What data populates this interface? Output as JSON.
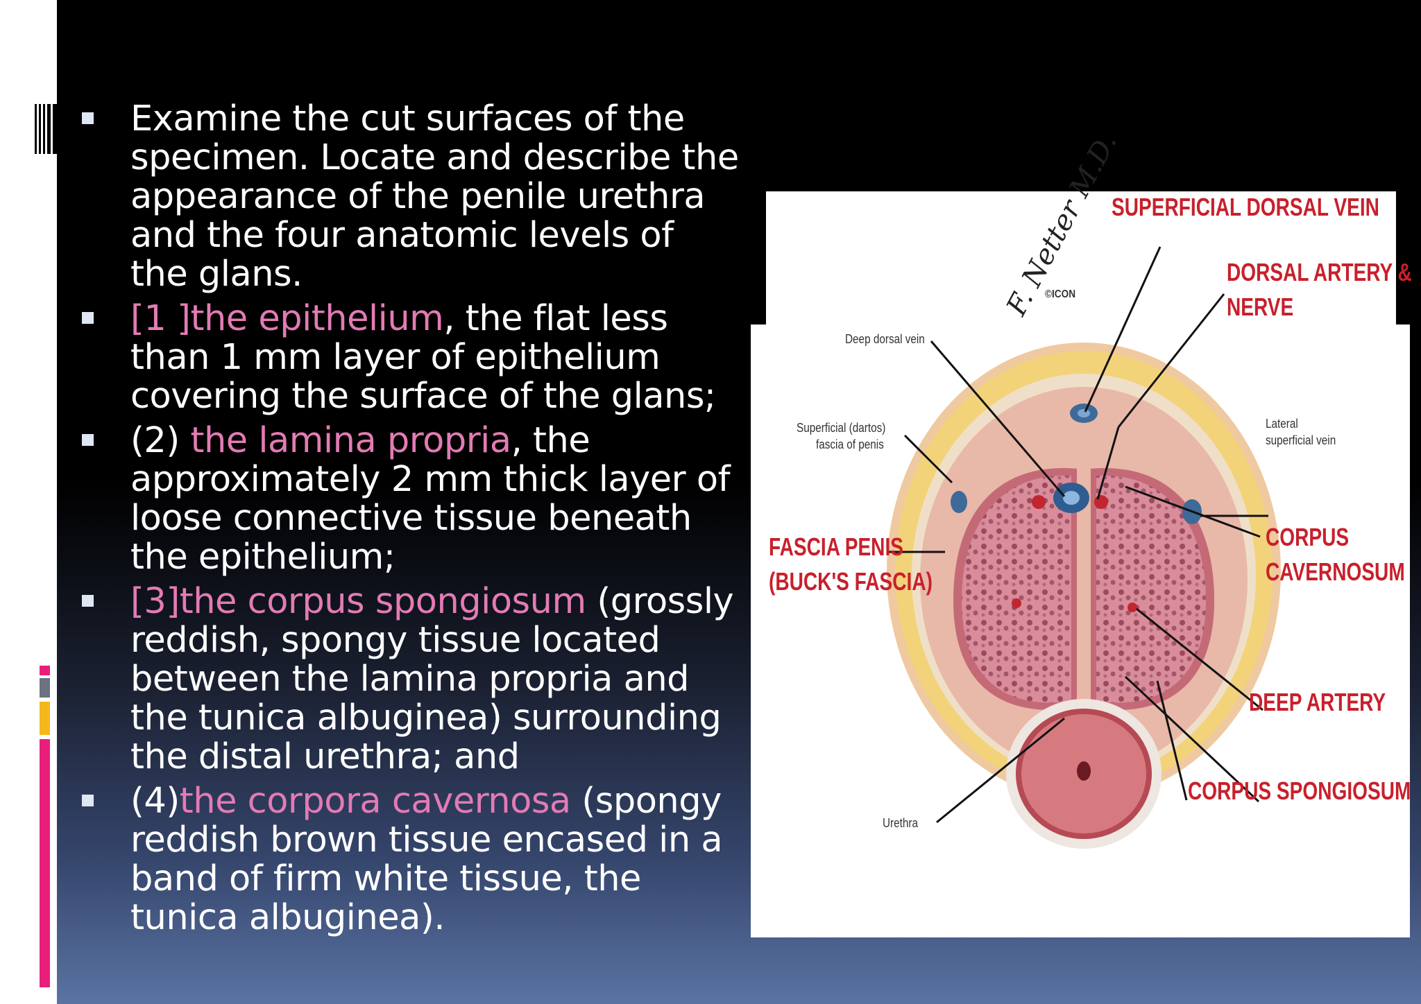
{
  "slide": {
    "bullets": [
      {
        "parts": [
          {
            "text": "Examine the cut surfaces of the specimen. Locate and describe the appearance of the penile urethra and the four anatomic levels of the glans.",
            "hl": false
          }
        ]
      },
      {
        "parts": [
          {
            "text": "[1 ]the epithelium",
            "hl": true
          },
          {
            "text": ", the flat less than 1 mm layer of epithelium covering the surface of the glans;",
            "hl": false
          }
        ]
      },
      {
        "parts": [
          {
            "text": "(2) ",
            "hl": false
          },
          {
            "text": "the lamina propria",
            "hl": true
          },
          {
            "text": ", the approximately 2 mm thick layer of loose connective tissue beneath the epithelium;",
            "hl": false
          }
        ]
      },
      {
        "parts": [
          {
            "text": "[3]the corpus spongiosum",
            "hl": true
          },
          {
            "text": " (grossly reddish, spongy tissue located between the lamina propria and the tunica albuginea) surrounding the distal urethra; and",
            "hl": false
          }
        ]
      },
      {
        "parts": [
          {
            "text": "(4)",
            "hl": false
          },
          {
            "text": "the corpora cavernosa",
            "hl": true
          },
          {
            "text": " (spongy reddish brown tissue encased in a band of firm white tissue, the tunica albuginea).",
            "hl": false
          }
        ]
      }
    ]
  },
  "figure": {
    "labels": {
      "superficial_dorsal_vein": "SUPERFICIAL DORSAL VEIN",
      "dorsal_artery_1": "DORSAL ARTERY &",
      "dorsal_artery_2": "NERVE",
      "deep_dorsal_vein": "Deep dorsal vein",
      "superficial_fascia_1": "Superficial (dartos)",
      "superficial_fascia_2": "fascia of penis",
      "lateral_vein_1": "Lateral",
      "lateral_vein_2": "superficial vein",
      "fascia_penis_1": "FASCIA PENIS",
      "fascia_penis_2": "(BUCK'S FASCIA)",
      "corpus_cavernosum_1": "CORPUS",
      "corpus_cavernosum_2": "CAVERNOSUM",
      "deep_artery": "DEEP ARTERY",
      "corpus_spongiosum": "CORPUS SPONGIOSUM",
      "urethra": "Urethra",
      "signature": "F. Netter M.D.",
      "publisher": "©ICON"
    }
  },
  "colors": {
    "highlight": "#e37bb4",
    "label_red": "#c8202c",
    "accent_pink": "#e91e7a",
    "accent_yellow": "#f5b81b",
    "accent_gray": "#6b7380"
  }
}
